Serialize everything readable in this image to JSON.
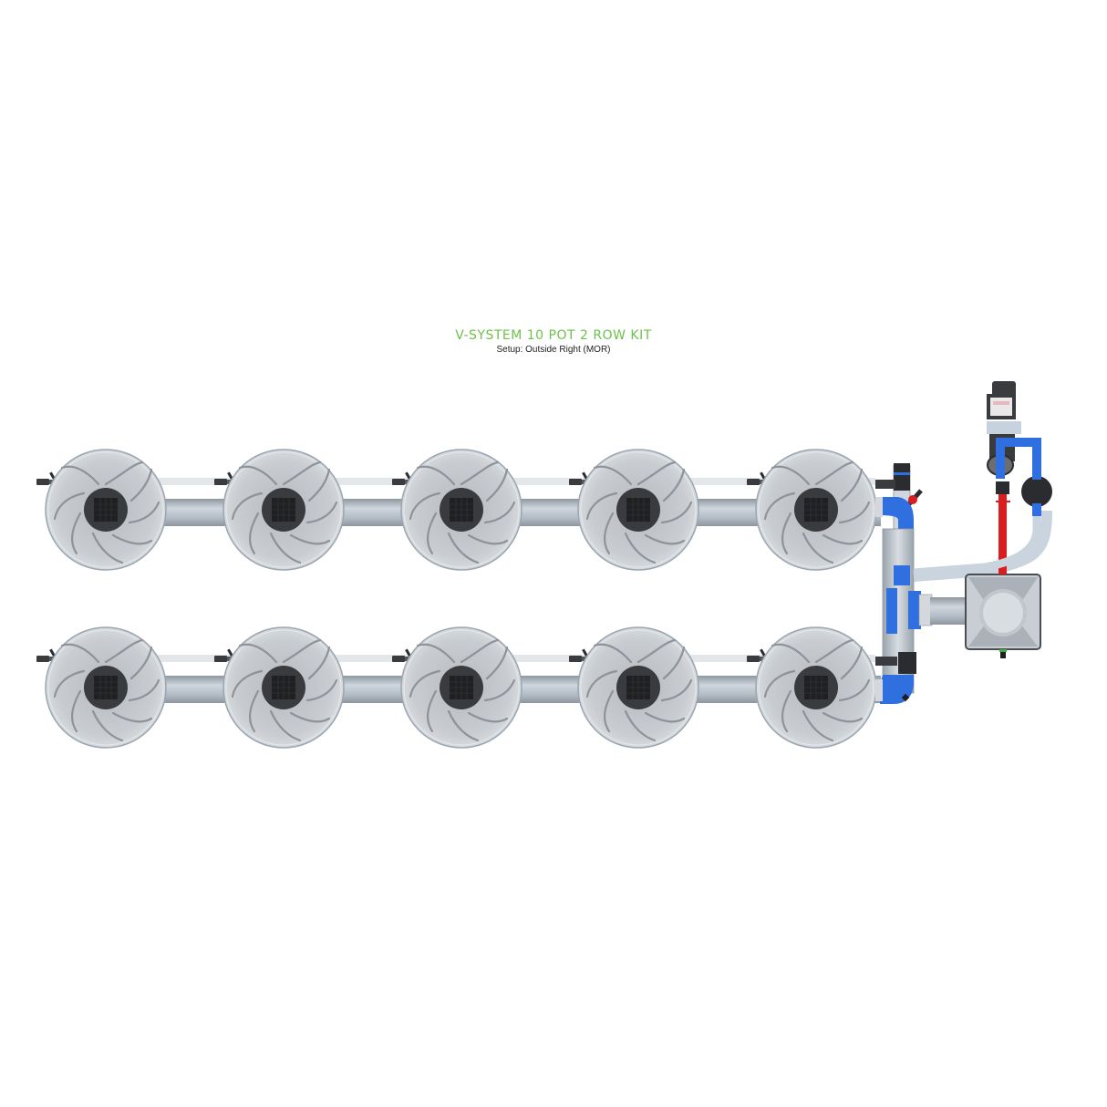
{
  "header": {
    "title": "V-SYSTEM 10 POT 2 ROW KIT",
    "subtitle": "Setup: Outside Right (MOR)"
  },
  "colors": {
    "title_green": "#6cc24a",
    "pot_grey": "#c4c7cb",
    "pipe_grey": "#b7bfc8",
    "fitting_blue": "#2f6fe0",
    "feed_red": "#d81e1e",
    "dark": "#3c3d40"
  },
  "layout": {
    "rows": [
      {
        "name": "row-1",
        "pots": [
          "pot-1",
          "pot-2",
          "pot-3",
          "pot-4",
          "pot-5"
        ]
      },
      {
        "name": "row-2",
        "pots": [
          "pot-6",
          "pot-7",
          "pot-8",
          "pot-9",
          "pot-10"
        ]
      }
    ],
    "components": [
      "manifold",
      "brain-tank",
      "pump",
      "float-valve",
      "feed-line"
    ]
  }
}
